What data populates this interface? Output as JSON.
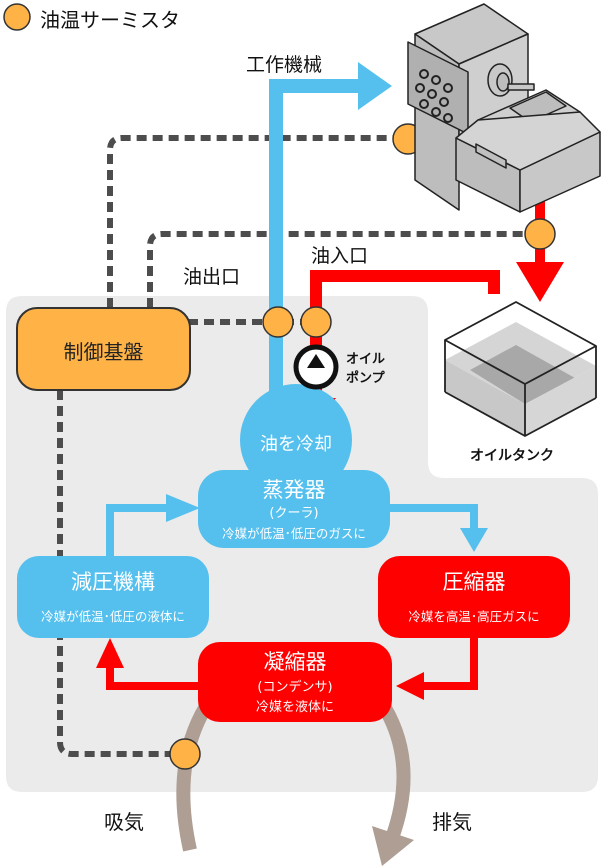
{
  "legend": {
    "label": "油温サーミスタ",
    "color": "#FFB347"
  },
  "labels": {
    "machine_tool": "工作機械",
    "oil_outlet": "油出口",
    "oil_inlet": "油入口",
    "oil_pump_line1": "オイル",
    "oil_pump_line2": "ポンプ",
    "oil_tank": "オイルタンク",
    "intake": "吸気",
    "exhaust": "排気"
  },
  "control_board": {
    "title": "制御基盤",
    "color": "#FFB347"
  },
  "evaporator": {
    "top": "油を冷却",
    "title": "蒸発器",
    "subtitle": "(クーラ)",
    "desc": "冷媒が低温･低圧のガスに",
    "color": "#55C0EE"
  },
  "expansion": {
    "title": "減圧機構",
    "desc": "冷媒が低温･低圧の液体に",
    "color": "#55C0EE"
  },
  "compressor": {
    "title": "圧縮器",
    "desc": "冷媒を高温･高圧ガスに",
    "color": "#FF0000"
  },
  "condenser": {
    "title": "凝縮器",
    "subtitle": "(コンデンサ)",
    "desc": "冷媒を液体に",
    "color": "#FF0000"
  },
  "colors": {
    "cold_line": "#55C0EE",
    "hot_line": "#FF0000",
    "signal_line": "#4D4D4D",
    "air_flow": "#AE9E94",
    "panel": "#EBEBEB"
  }
}
